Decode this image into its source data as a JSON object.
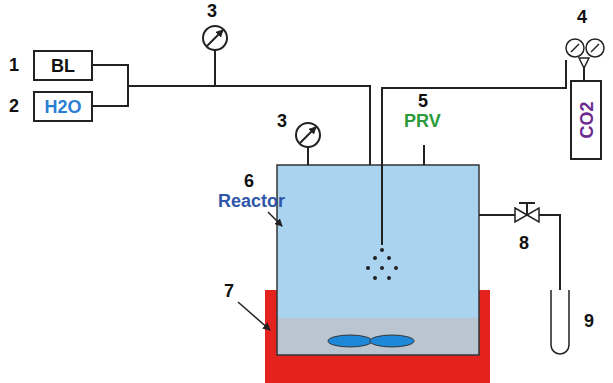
{
  "diagram": {
    "nodes": [
      {
        "text": [
          "BL"
        ]
      },
      {
        "text": [
          "H2O"
        ]
      },
      {
        "text": [
          "CO2"
        ]
      }
    ],
    "labels": [
      "1",
      "2",
      "3",
      "3",
      "4",
      "5",
      "PRV",
      "6",
      "Reactor",
      "7",
      "8",
      "9"
    ]
  }
}
